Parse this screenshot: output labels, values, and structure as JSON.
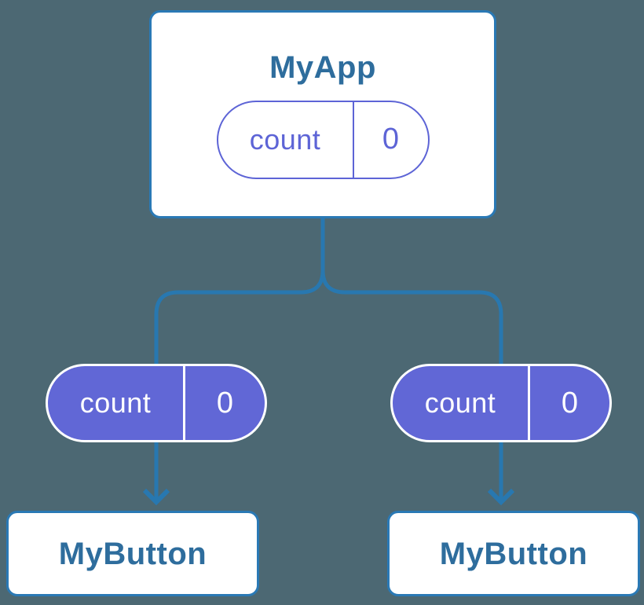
{
  "colors": {
    "background": "#4c6873",
    "connector_blue": "#2878b0",
    "box_border_blue": "#2a79b5",
    "title_text_blue": "#2e6d9d",
    "pill_solid_purple": "#6167d6",
    "pill_outline_purple": "#5d64d6",
    "pill_text_on_purple": "#ffffff"
  },
  "diagram": {
    "type": "component-tree",
    "root": {
      "title": "MyApp",
      "state": {
        "label": "count",
        "value": "0"
      }
    },
    "children": [
      {
        "title": "MyButton",
        "state": {
          "label": "count",
          "value": "0"
        }
      },
      {
        "title": "MyButton",
        "state": {
          "label": "count",
          "value": "0"
        }
      }
    ]
  }
}
